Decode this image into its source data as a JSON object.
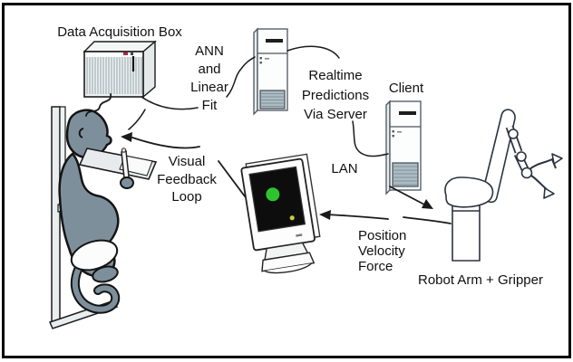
{
  "labels": {
    "daq_box": "Data Acquisition Box",
    "ann_1": "ANN",
    "ann_2": "and",
    "ann_3": "Linear",
    "ann_4": "Fit",
    "realtime_1": "Realtime",
    "realtime_2": "Predictions",
    "realtime_3": "Via Server",
    "client": "Client",
    "lan": "LAN",
    "visual_1": "Visual",
    "visual_2": "Feedback",
    "visual_3": "Loop",
    "pvf_1": "Position",
    "pvf_2": "Velocity",
    "pvf_3": "Force",
    "robot": "Robot Arm + Gripper"
  },
  "colors": {
    "monkey_fur": "#7e8f9c",
    "screen_background": "#0d0d0d",
    "target_dot_green": "#2fc32f",
    "cursor_dot_yellow": "#c9c93a",
    "grille_gray": "#adbcc3",
    "indicator_red": "#a03040",
    "chair_gray": "#e9edee",
    "line_black": "#1a1a1a"
  }
}
